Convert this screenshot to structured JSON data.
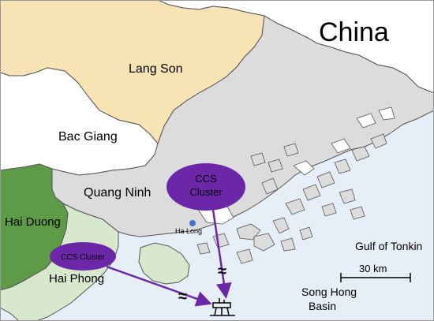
{
  "colors": {
    "sea": "#e6eef8",
    "china": "#ffffff",
    "lang_son": "#f8e3b5",
    "bac_giang": "#ffffff",
    "quang_ninh": "#dcdcdc",
    "hai_duong": "#5e9b47",
    "hai_phong": "#d7e8cc",
    "border": "#555555",
    "ccs": "#6b27a8",
    "ccs_text": "#ffffff"
  },
  "labels": {
    "china": "China",
    "lang_son": "Lang Son",
    "bac_giang": "Bac Giang",
    "quang_ninh": "Quang Ninh",
    "hai_duong": "Hai Duong",
    "hai_phong": "Hai Phong",
    "ha_long": "Ha Long",
    "gulf": "Gulf of Tonkin",
    "basin_line1": "Song Hong",
    "basin_line2": "Basin",
    "scale": "30 km"
  },
  "ccs_clusters": [
    {
      "line1": "CCS",
      "line2": "Cluster"
    },
    {
      "line1": "CCS Cluster"
    }
  ],
  "icons": {
    "break": "≈",
    "platform": "offshore-platform-icon"
  }
}
